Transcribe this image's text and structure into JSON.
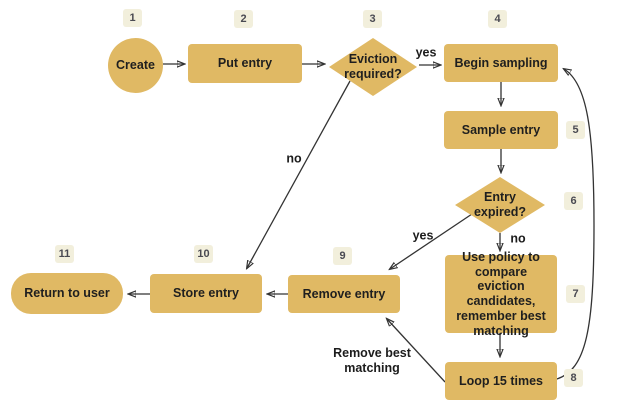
{
  "diagram": {
    "type": "flowchart",
    "colors": {
      "node_fill": "#e0b964",
      "badge_fill": "#f2efdc",
      "badge_text": "#4a4a52",
      "node_text": "#1f1f1f",
      "arrow": "#333333",
      "background": "#ffffff"
    },
    "nodes": [
      {
        "id": "1",
        "label": "Create",
        "shape": "circle"
      },
      {
        "id": "2",
        "label": "Put entry",
        "shape": "rect"
      },
      {
        "id": "3",
        "label": "Eviction required?",
        "shape": "diamond"
      },
      {
        "id": "4",
        "label": "Begin sampling",
        "shape": "rect"
      },
      {
        "id": "5",
        "label": "Sample entry",
        "shape": "rect"
      },
      {
        "id": "6",
        "label": "Entry expired?",
        "shape": "diamond"
      },
      {
        "id": "7",
        "label": "Use policy to compare eviction candidates, remember best matching",
        "shape": "rect"
      },
      {
        "id": "8",
        "label": "Loop 15 times",
        "shape": "rect"
      },
      {
        "id": "9",
        "label": "Remove entry",
        "shape": "rect"
      },
      {
        "id": "10",
        "label": "Store entry",
        "shape": "rect"
      },
      {
        "id": "11",
        "label": "Return to user",
        "shape": "stadium"
      }
    ],
    "edge_labels": {
      "eviction_yes": "yes",
      "eviction_no": "no",
      "expired_yes": "yes",
      "expired_no": "no",
      "loop_to_remove": "Remove best matching"
    }
  }
}
